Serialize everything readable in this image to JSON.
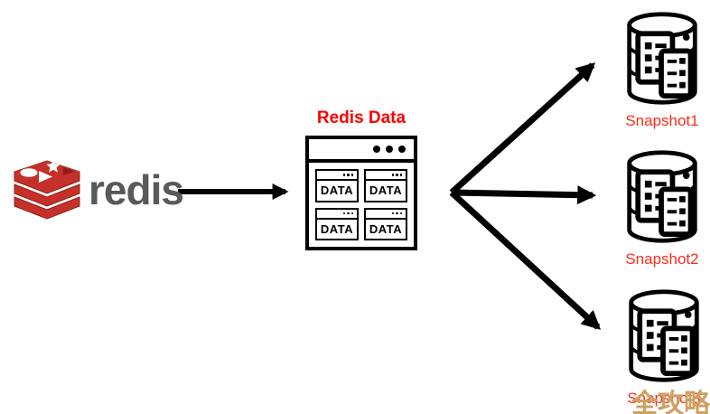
{
  "diagram": {
    "redis": {
      "wordmark": "redis",
      "logo_icon": "redis-cube-stack"
    },
    "center_box": {
      "title": "Redis Data",
      "window_controls_icon": "three-dots",
      "data_items": [
        "DATA",
        "DATA",
        "DATA",
        "DATA"
      ]
    },
    "snapshots": [
      {
        "label": "Snapshot1",
        "icon": "database-cylinder"
      },
      {
        "label": "Snapshot2",
        "icon": "database-cylinder"
      },
      {
        "label": "Snapshot3",
        "icon": "database-cylinder"
      }
    ],
    "watermark": "全攻略",
    "colors": {
      "title_red": "#FF0000",
      "snapshot_red": "#FF2B1B",
      "redis_gray": "#58595B",
      "redis_red": "#C6302B",
      "redis_dark_red": "#8E1F16",
      "watermark_tan": "#CFA062",
      "arrow_black": "#000000"
    }
  }
}
